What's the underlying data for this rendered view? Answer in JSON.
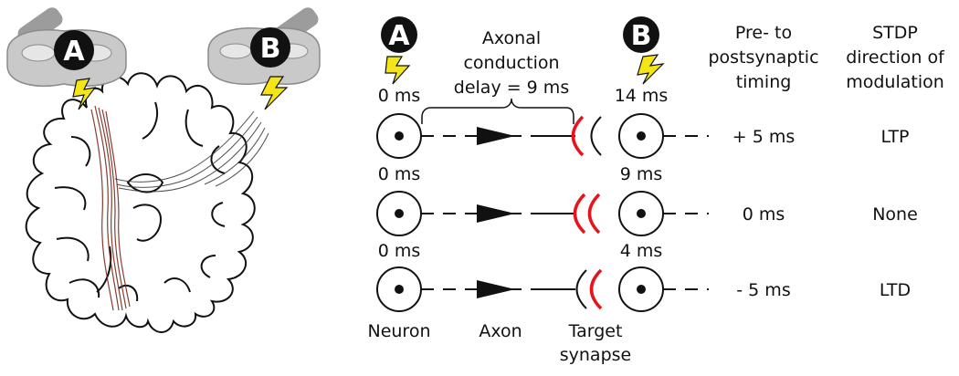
{
  "coils": {
    "a_label": "A",
    "b_label": "B"
  },
  "header": {
    "delay_line1": "Axonal",
    "delay_line2": "conduction",
    "delay_line3": "delay = 9 ms",
    "timing_line1": "Pre- to",
    "timing_line2": "postsynaptic",
    "timing_line3": "timing",
    "stdp_line1": "STDP",
    "stdp_line2": "direction of",
    "stdp_line3": "modulation"
  },
  "rows": [
    {
      "pre_time": "0 ms",
      "post_time": "14 ms",
      "timing": "+ 5 ms",
      "modulation": "LTP"
    },
    {
      "pre_time": "0 ms",
      "post_time": "9 ms",
      "timing": "0 ms",
      "modulation": "None"
    },
    {
      "pre_time": "0 ms",
      "post_time": "4 ms",
      "timing": "- 5 ms",
      "modulation": "LTD"
    }
  ],
  "footer": {
    "neuron": "Neuron",
    "axon": "Axon",
    "target_line1": "Target",
    "target_line2": "synapse"
  },
  "colors": {
    "synapse_active": "#e8141b",
    "bolt": "#f4e516",
    "coil_body": "#c9c9c9",
    "tract": "#7a2a1a"
  }
}
